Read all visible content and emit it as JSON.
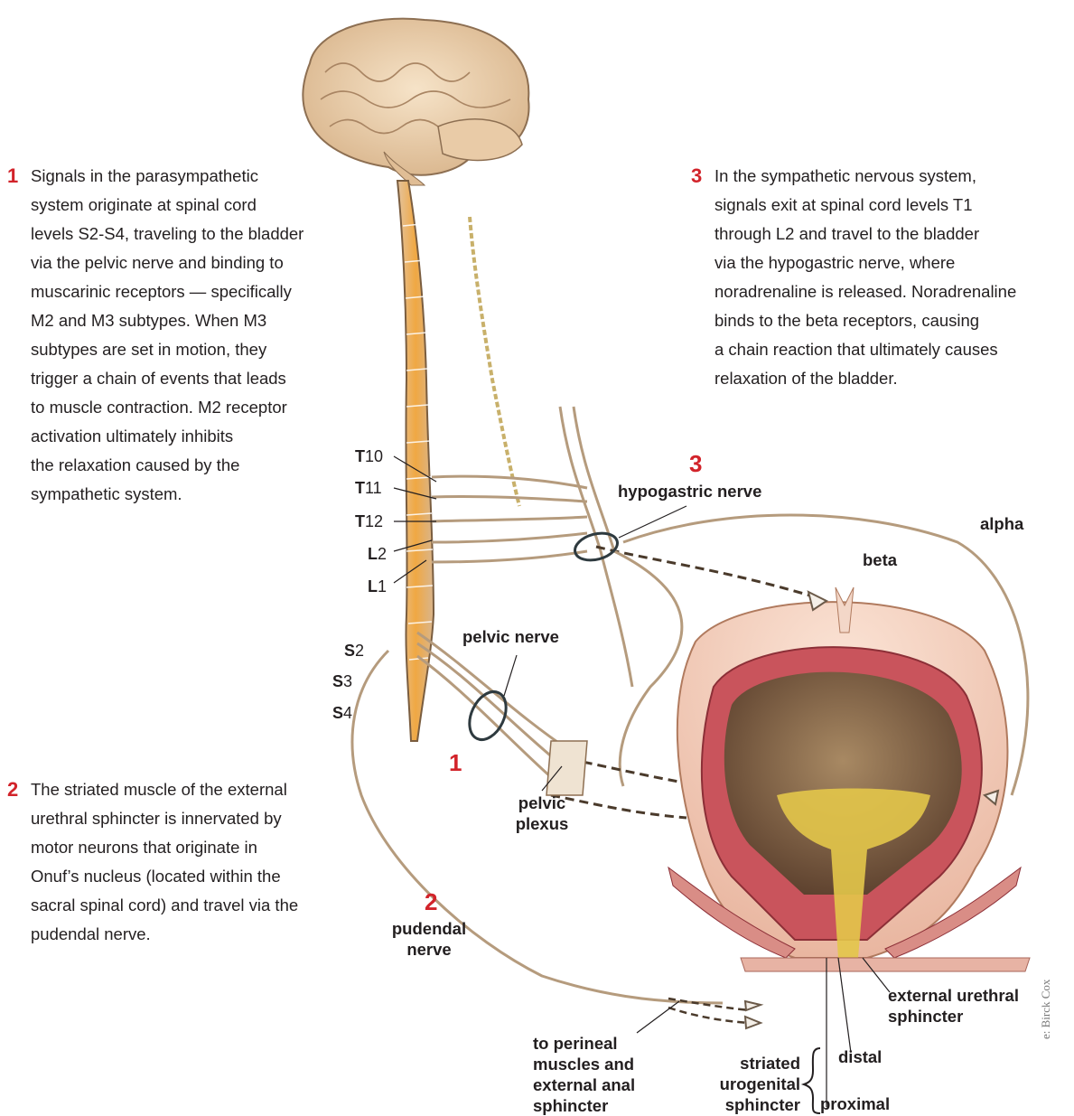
{
  "callouts": [
    {
      "num": "1",
      "text": "Signals in the parasympathetic\nsystem originate at spinal cord\nlevels S2-S4, traveling to the bladder\nvia the pelvic nerve and binding to\nmuscarinic receptors — specifically\nM2 and M3 subtypes. When M3\nsubtypes are set in motion, they\ntrigger a chain of events that leads\nto muscle contraction. M2 receptor\nactivation ultimately inhibits\nthe relaxation caused by the\nsympathetic system."
    },
    {
      "num": "2",
      "text": "The striated muscle of the external\nurethral sphincter is innervated by\nmotor neurons that originate in\nOnuf’s nucleus (located within the\nsacral spinal cord) and travel via the\npudendal nerve."
    },
    {
      "num": "3",
      "text": "In the sympathetic nervous system,\nsignals exit at spinal cord levels T1\nthrough L2 and travel to the bladder\nvia the hypogastric nerve, where\nnoradrenaline is released. Noradrenaline\nbinds to the beta receptors, causing\na chain reaction that ultimately causes\nrelaxation of the bladder."
    }
  ],
  "spinal_levels": [
    {
      "letter": "T",
      "num": "10"
    },
    {
      "letter": "T",
      "num": "11"
    },
    {
      "letter": "T",
      "num": "12"
    },
    {
      "letter": "L",
      "num": "2"
    },
    {
      "letter": "L",
      "num": "1"
    },
    {
      "letter": "S",
      "num": "2"
    },
    {
      "letter": "S",
      "num": "3"
    },
    {
      "letter": "S",
      "num": "4"
    }
  ],
  "labels": {
    "hypogastric_nerve": "hypogastric nerve",
    "alpha": "alpha",
    "beta": "beta",
    "pelvic_nerve": "pelvic nerve",
    "pelvic_plexus": "pelvic\nplexus",
    "pudendal_nerve": "pudendal\nnerve",
    "to_perineal": "to perineal\nmuscles and\nexternal anal\nsphincter",
    "external_urethral_sphincter": "external urethral\nsphincter",
    "striated_urogenital_sphincter": "striated\nurogenital\nsphincter",
    "distal": "distal",
    "proximal": "proximal"
  },
  "diagram_numbers": {
    "n1": "1",
    "n2": "2",
    "n3": "3"
  },
  "credit": "e: Birck Cox",
  "colors": {
    "accent_red": "#d2232a",
    "nerve": "#b59b7d",
    "bladder": "#c9545c"
  }
}
